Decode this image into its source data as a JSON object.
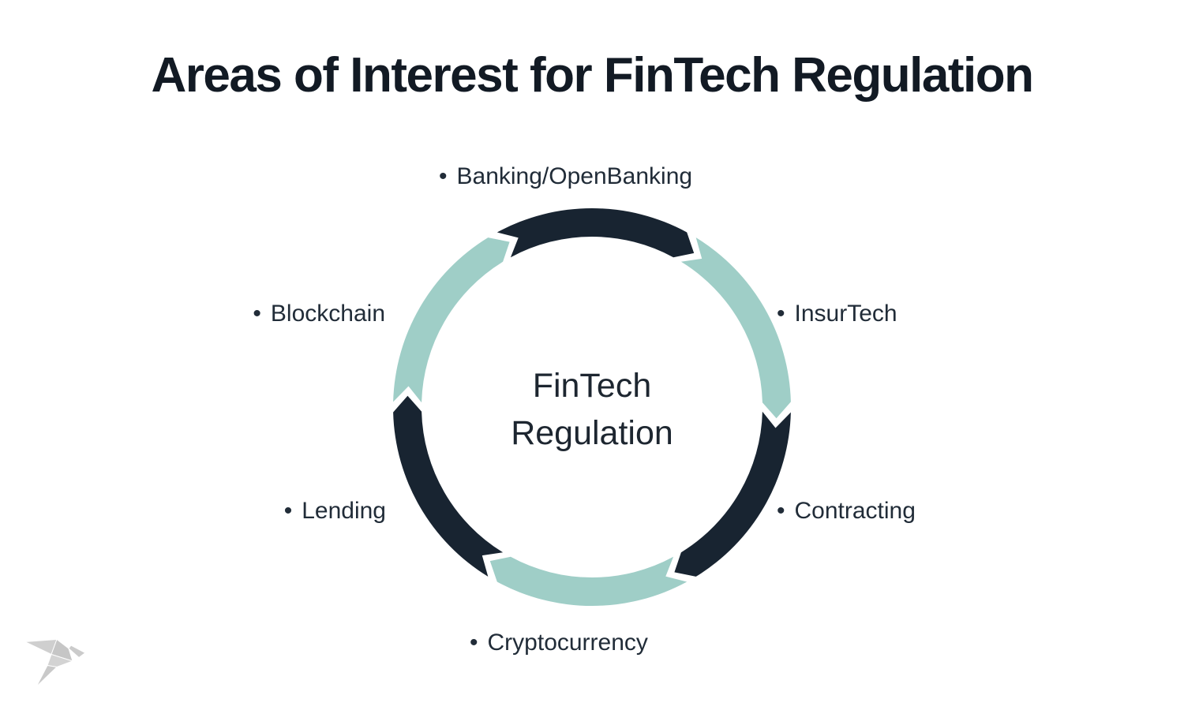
{
  "title": "Areas of Interest for FinTech Regulation",
  "bullet_char": "•",
  "center_label": {
    "line1": "FinTech",
    "line2": "Regulation"
  },
  "labels": {
    "banking": "Banking/OpenBanking",
    "insurtech": "InsurTech",
    "contracting": "Contracting",
    "cryptocurrency": "Cryptocurrency",
    "lending": "Lending",
    "blockchain": "Blockchain"
  },
  "ring": {
    "direction": "clockwise",
    "center_text": "FinTech Regulation",
    "segments": [
      {
        "id": "banking",
        "label": "Banking/OpenBanking",
        "color": "#182431"
      },
      {
        "id": "insurtech",
        "label": "InsurTech",
        "color": "#9fcec7"
      },
      {
        "id": "contracting",
        "label": "Contracting",
        "color": "#182431"
      },
      {
        "id": "cryptocurrency",
        "label": "Cryptocurrency",
        "color": "#9fcec7"
      },
      {
        "id": "lending",
        "label": "Lending",
        "color": "#182431"
      },
      {
        "id": "blockchain",
        "label": "Blockchain",
        "color": "#9fcec7"
      }
    ]
  },
  "colors": {
    "background": "#ffffff",
    "dark_segment": "#182431",
    "teal_segment": "#9fcec7",
    "title_text": "#121a24",
    "label_text": "#212c38",
    "center_text": "#1d2630",
    "logo_gray": "#c9c9c9"
  },
  "logo": {
    "name": "origami-bird"
  }
}
